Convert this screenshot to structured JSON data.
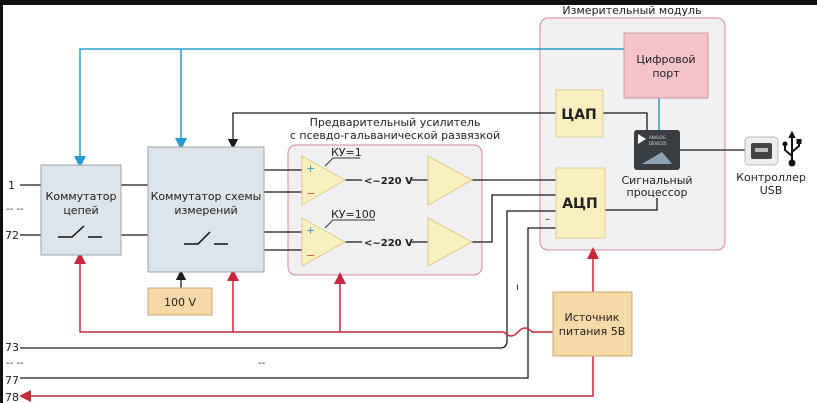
{
  "colors": {
    "blue_line": "#2a9bd0",
    "red_line": "#c8283a",
    "black_line": "#1a1a1a",
    "switch_box": "#dde4ea",
    "supply_box": "#f7d9a7",
    "converter_box": "#f9efbf",
    "digital_port": "#f4c3cb",
    "module_bg": "#f1f0f2"
  },
  "inputs": {
    "first": "1",
    "dots": "--  --",
    "last": "72",
    "aux1": "73",
    "aux_dots": "--  --",
    "aux_dots_mid": "--",
    "aux2": "77",
    "aux3": "78"
  },
  "circuit_switch": {
    "line1": "Коммутатор",
    "line2": "цепей"
  },
  "measurement_switch": {
    "line1": "Коммутатор схемы",
    "line2": "измерений"
  },
  "hv_source": {
    "label": "100 V"
  },
  "preamp": {
    "title1": "Предварительный усилитель",
    "title2": "с псевдо-гальванической развязкой",
    "gain1": "КУ=1",
    "gain2": "КУ=100",
    "isolation1": "<~220 V",
    "isolation2": "<~220 V",
    "plus": "+",
    "minus": "−"
  },
  "module": {
    "title": "Измерительный модуль",
    "digital_port1": "Цифровой",
    "digital_port2": "порт",
    "dac": "ЦАП",
    "adc": "АЦП",
    "adc_dash": "–",
    "dsp1": "Сигнальный",
    "dsp2": "процессор",
    "chip_brand1": "ANALOG",
    "chip_brand2": "DEVICES"
  },
  "usb": {
    "line1": "Контроллер",
    "line2": "USB",
    "icon": "usb-icon"
  },
  "power": {
    "line1": "Источник",
    "line2": "питания 5В"
  },
  "misc": {
    "tick": "ı"
  }
}
